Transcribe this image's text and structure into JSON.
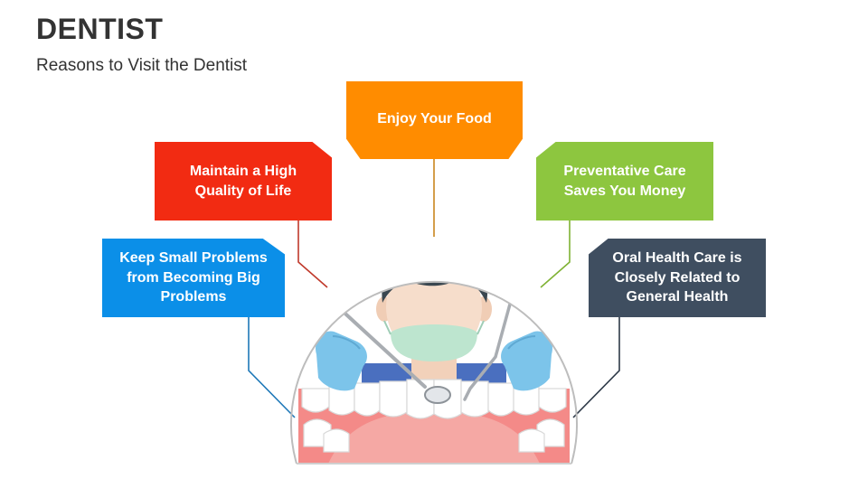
{
  "header": {
    "title": "DENTIST",
    "subtitle": "Reasons to Visit the Dentist"
  },
  "boxes": {
    "food": {
      "text": "Enjoy Your Food",
      "color": "#FF8C00"
    },
    "quality": {
      "line1": "Maintain a High",
      "line2": "Quality of Life",
      "color": "#F22B12"
    },
    "prevent": {
      "line1": "Preventative Care",
      "line2": "Saves You Money",
      "color": "#8DC63F"
    },
    "small": {
      "line1": "Keep Small Problems",
      "line2": "from Becoming Big",
      "line3": "Problems",
      "color": "#0B8FE8"
    },
    "oral": {
      "line1": "Oral Health Care is",
      "line2": "Closely Related to",
      "line3": "General Health",
      "color": "#3F4E60"
    }
  },
  "illustration": {
    "subject": "dentist holding dental mirror and probe over an open mouth",
    "icons": [
      "dentist-face-icon",
      "dental-mirror-icon",
      "dental-probe-icon",
      "teeth-icon"
    ]
  }
}
